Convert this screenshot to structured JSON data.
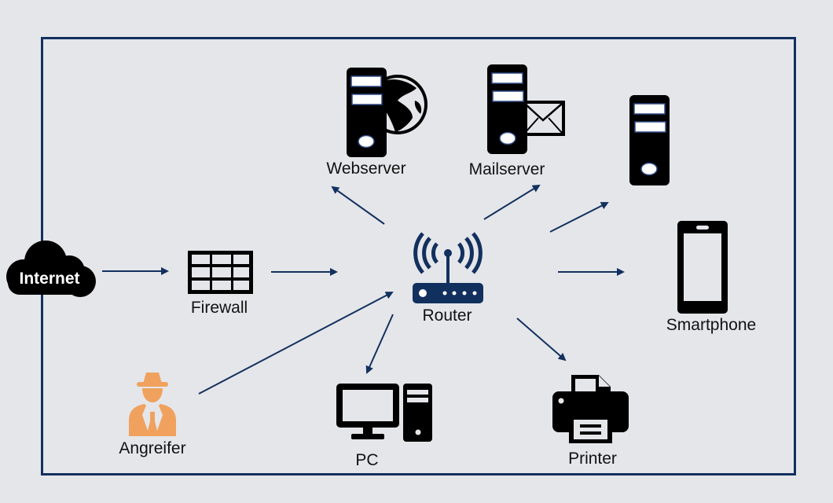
{
  "diagram": {
    "nodes": {
      "internet": {
        "label": "Internet",
        "icon": "cloud-icon"
      },
      "firewall": {
        "label": "Firewall",
        "icon": "firewall-icon"
      },
      "router": {
        "label": "Router",
        "icon": "router-icon"
      },
      "webserver": {
        "label": "Webserver",
        "icon": "server-globe-icon"
      },
      "mailserver": {
        "label": "Mailserver",
        "icon": "server-mail-icon"
      },
      "server": {
        "label": "",
        "icon": "server-icon"
      },
      "smartphone": {
        "label": "Smartphone",
        "icon": "smartphone-icon"
      },
      "printer": {
        "label": "Printer",
        "icon": "printer-icon"
      },
      "pc": {
        "label": "PC",
        "icon": "pc-icon"
      },
      "attacker": {
        "label": "Angreifer",
        "icon": "attacker-icon"
      }
    },
    "edges": [
      {
        "from": "internet",
        "to": "firewall"
      },
      {
        "from": "firewall",
        "to": "router"
      },
      {
        "from": "router",
        "to": "webserver"
      },
      {
        "from": "router",
        "to": "mailserver"
      },
      {
        "from": "router",
        "to": "server"
      },
      {
        "from": "router",
        "to": "smartphone"
      },
      {
        "from": "router",
        "to": "printer"
      },
      {
        "from": "router",
        "to": "pc"
      },
      {
        "from": "attacker",
        "to": "router"
      }
    ],
    "colors": {
      "frame": "#12305e",
      "arrow": "#12305e",
      "router": "#12305e",
      "attacker": "#f0a15e",
      "icon": "#000000",
      "background": "#e5e6ea"
    }
  }
}
